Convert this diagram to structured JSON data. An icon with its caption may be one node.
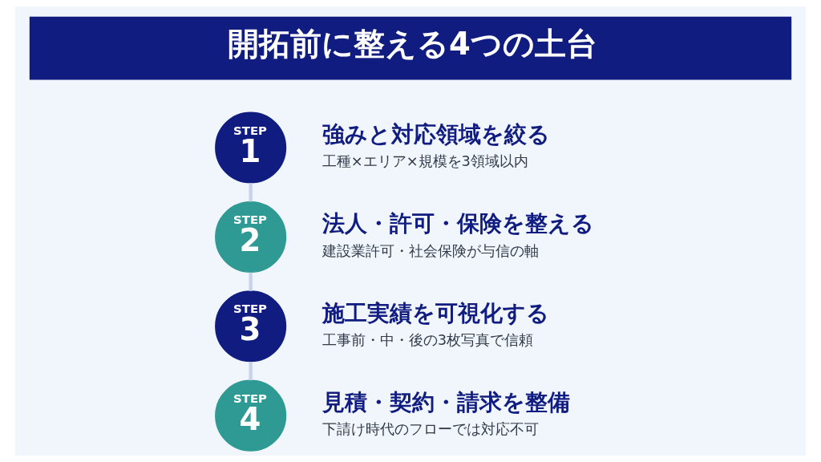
{
  "diagram": {
    "title": "開拓前に整える4つの土台",
    "nodes": [
      {
        "text": [
          "STEP",
          "1"
        ],
        "beside": [
          "強みと対応領域を絞る",
          "工種×エリア×規模を3領域以内"
        ]
      },
      {
        "text": [
          "STEP",
          "2"
        ],
        "beside": [
          "法人・許可・保険を整える",
          "建設業許可・社会保険が与信の軸"
        ]
      },
      {
        "text": [
          "STEP",
          "3"
        ],
        "beside": [
          "施工実績を可視化する",
          "工事前・中・後の3枚写真で信頼"
        ]
      },
      {
        "text": [
          "STEP",
          "4"
        ],
        "beside": [
          "見積・契約・請求を整備",
          "下請け時代のフローでは対応不可"
        ]
      }
    ],
    "edges": [
      {
        "from": 0,
        "to": 1,
        "arrow": "none"
      },
      {
        "from": 1,
        "to": 2,
        "arrow": "none"
      },
      {
        "from": 2,
        "to": 3,
        "arrow": "none"
      }
    ]
  }
}
